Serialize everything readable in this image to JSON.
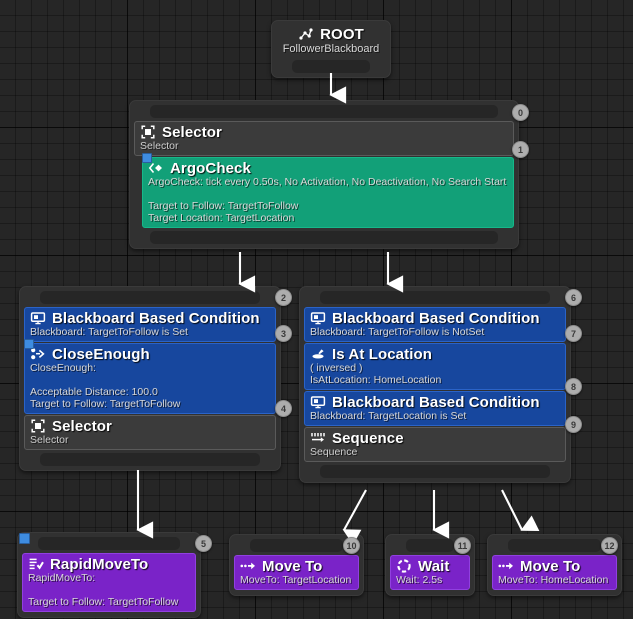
{
  "app": {
    "name": "Unreal Engine Behavior Tree Editor",
    "canvas_background": "#262626",
    "grid_minor_color": "#1c1c1c",
    "grid_major_color": "#141414"
  },
  "palette": {
    "composite": "#3b3b3b",
    "decorator": "#17479e",
    "service": "#12a078",
    "task": "#7a23c8",
    "badge": "#adadad",
    "wire": "#ffffff"
  },
  "nodes": {
    "root": {
      "title": "ROOT",
      "subtitle": "FollowerBlackboard",
      "icon": "root-graph-icon"
    },
    "selector_top": {
      "index": "0",
      "composite": {
        "title": "Selector",
        "subtitle": "Selector",
        "icon": "selector-brackets-icon",
        "index": "1"
      },
      "service": {
        "title": "ArgoCheck",
        "subtitle": "ArgoCheck: tick every 0.50s, No Activation, No Deactivation, No Search Start\n\nTarget to Follow: TargetToFollow\nTarget Location: TargetLocation",
        "icon": "service-diamond-icon"
      }
    },
    "left_branch": {
      "index": "2",
      "decorator_1": {
        "title": "Blackboard Based Condition",
        "subtitle": "Blackboard: TargetToFollow is Set",
        "icon": "blackboard-monitor-icon",
        "index": "3"
      },
      "decorator_2": {
        "title": "CloseEnough",
        "subtitle": "CloseEnough:\n\nAcceptable Distance: 100.0\nTarget to Follow: TargetToFollow",
        "icon": "decorator-arrow-icon",
        "index": "4"
      },
      "composite": {
        "title": "Selector",
        "subtitle": "Selector",
        "icon": "selector-brackets-icon"
      }
    },
    "right_branch": {
      "index": "6",
      "decorator_1": {
        "title": "Blackboard Based Condition",
        "subtitle": "Blackboard: TargetToFollow is NotSet",
        "icon": "blackboard-monitor-icon",
        "index": "7"
      },
      "decorator_2": {
        "title": "Is At Location",
        "subtitle": "( inversed )\nIsAtLocation: HomeLocation",
        "icon": "location-icon",
        "index": "8"
      },
      "decorator_3": {
        "title": "Blackboard Based Condition",
        "subtitle": "Blackboard: TargetLocation is Set",
        "icon": "blackboard-monitor-icon",
        "index": "9"
      },
      "composite": {
        "title": "Sequence",
        "subtitle": "Sequence",
        "icon": "sequence-arrow-icon"
      }
    },
    "task_rapid_move_to": {
      "index": "5",
      "title": "RapidMoveTo",
      "subtitle": "RapidMoveTo:\n\nTarget to Follow: TargetToFollow",
      "icon": "rapid-move-to-icon"
    },
    "task_move_to_target": {
      "index": "10",
      "title": "Move To",
      "subtitle": "MoveTo: TargetLocation",
      "icon": "move-to-icon"
    },
    "task_wait": {
      "index": "11",
      "title": "Wait",
      "subtitle": "Wait: 2.5s",
      "icon": "wait-clock-icon"
    },
    "task_move_to_home": {
      "index": "12",
      "title": "Move To",
      "subtitle": "MoveTo: HomeLocation",
      "icon": "move-to-icon"
    }
  }
}
